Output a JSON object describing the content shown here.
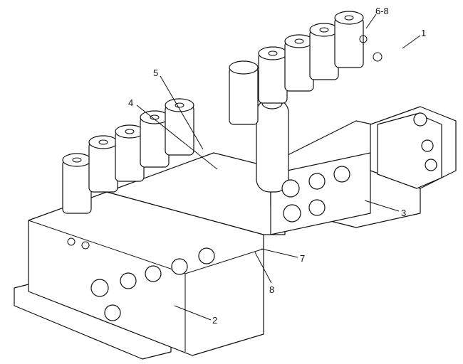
{
  "diagram": {
    "callouts": [
      {
        "id": "c68",
        "text": "6-8"
      },
      {
        "id": "c1",
        "text": "1"
      },
      {
        "id": "c5",
        "text": "5"
      },
      {
        "id": "c4",
        "text": "4"
      },
      {
        "id": "c3",
        "text": "3"
      },
      {
        "id": "c7",
        "text": "7"
      },
      {
        "id": "c8",
        "text": "8"
      },
      {
        "id": "c2",
        "text": "2"
      }
    ]
  }
}
